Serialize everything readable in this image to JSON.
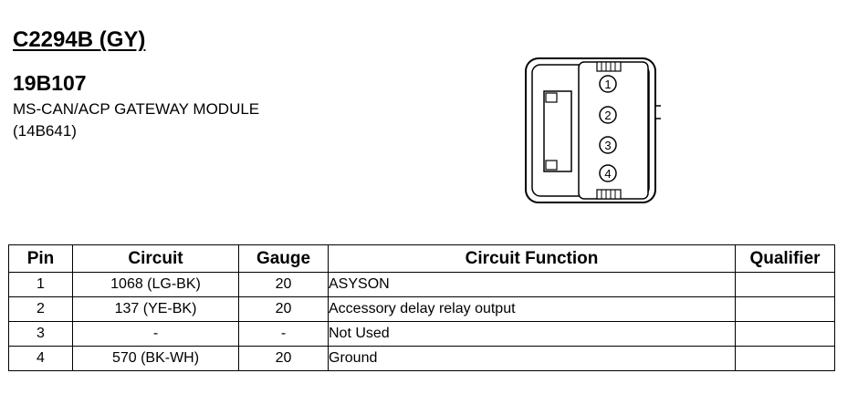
{
  "header": {
    "connector_id": "C2294B (GY)",
    "part_number": "19B107",
    "module_name": "MS-CAN/ACP GATEWAY MODULE",
    "module_part": "(14B641)"
  },
  "connector": {
    "pins": [
      "1",
      "2",
      "3",
      "4"
    ]
  },
  "table": {
    "headers": [
      "Pin",
      "Circuit",
      "Gauge",
      "Circuit Function",
      "Qualifier"
    ],
    "rows": [
      {
        "pin": "1",
        "circuit": "1068 (LG-BK)",
        "gauge": "20",
        "function": "ASYSON",
        "qualifier": ""
      },
      {
        "pin": "2",
        "circuit": "137 (YE-BK)",
        "gauge": "20",
        "function": "Accessory delay relay output",
        "qualifier": ""
      },
      {
        "pin": "3",
        "circuit": "-",
        "gauge": "-",
        "function": "Not Used",
        "qualifier": ""
      },
      {
        "pin": "4",
        "circuit": "570 (BK-WH)",
        "gauge": "20",
        "function": "Ground",
        "qualifier": ""
      }
    ]
  }
}
